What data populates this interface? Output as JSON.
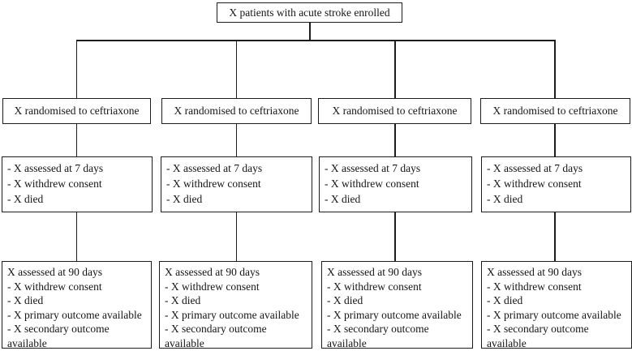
{
  "figure": {
    "background_color": "#ffffff",
    "line_color": "#1c1c1c",
    "text_color": "#151515"
  },
  "flowchart": {
    "enrolled": "X patients with acute stroke enrolled",
    "arms": [
      {
        "randomised": "X randomised to ceftriaxone",
        "day7_lines": [
          "- X assessed at 7 days",
          "- X withdrew consent",
          "- X died"
        ],
        "day90_lines": [
          "X assessed at 90 days",
          "- X withdrew consent",
          "- X died",
          "- X primary outcome available",
          "- X secondary outcome",
          "available"
        ]
      },
      {
        "randomised": "X randomised to ceftriaxone",
        "day7_lines": [
          "- X assessed at 7 days",
          "- X withdrew consent",
          "- X died"
        ],
        "day90_lines": [
          "X assessed at 90 days",
          "- X withdrew consent",
          "- X died",
          "- X primary outcome available",
          "- X secondary outcome",
          "available"
        ]
      },
      {
        "randomised": "X randomised to ceftriaxone",
        "day7_lines": [
          "- X assessed at 7 days",
          "- X withdrew consent",
          "- X died"
        ],
        "day90_lines": [
          "X assessed at 90 days",
          "- X withdrew consent",
          "- X died",
          "- X primary outcome available",
          "- X secondary outcome",
          "available"
        ]
      },
      {
        "randomised": "X randomised to ceftriaxone",
        "day7_lines": [
          "- X assessed at 7 days",
          "- X withdrew consent",
          "- X died"
        ],
        "day90_lines": [
          "X assessed at 90 days",
          "- X withdrew consent",
          "- X died",
          "- X primary outcome available",
          "- X secondary outcome",
          "available"
        ]
      }
    ]
  }
}
